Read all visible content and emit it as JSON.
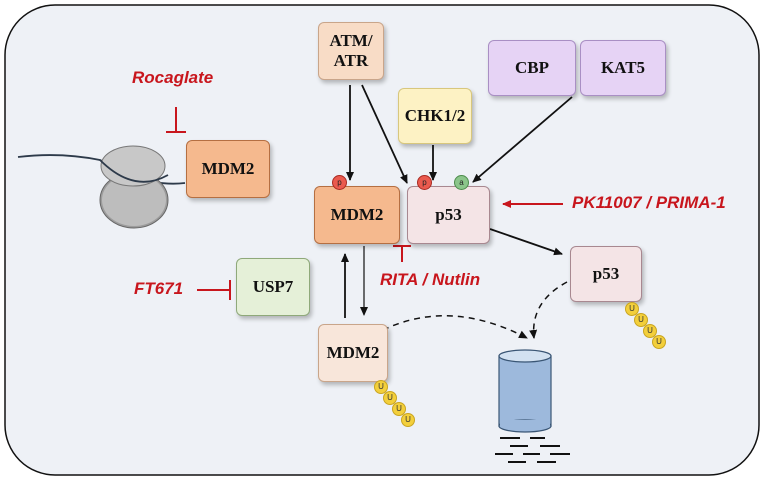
{
  "nodes": {
    "atm_atr": "ATM/\nATR",
    "cbp": "CBP",
    "kat5": "KAT5",
    "chk12": "CHK1/2",
    "mdm2_ribosome": "MDM2",
    "mdm2_center": "MDM2",
    "p53_center": "p53",
    "usp7": "USP7",
    "mdm2_bottom": "MDM2",
    "p53_right": "p53"
  },
  "modifications": {
    "phospho": "p",
    "acetyl": "a",
    "ubiquitin": "U"
  },
  "inhibitors": {
    "rocaglate": "Rocaglate",
    "pk11007": "PK11007 / PRIMA-1",
    "ft671": "FT671",
    "rita_nutlin": "RITA / Nutlin"
  },
  "colors": {
    "inhibitor_red": "#c8161d",
    "background_panel": "#eef1f6",
    "mdm2_orange": "#f5b98e",
    "atm_peach": "#f8dcc6",
    "cbp_lavender": "#e6d3f5",
    "chk_yellow": "#fdf2c4",
    "usp7_green": "#e5f0d8",
    "p53_pink": "#f4e4e6",
    "proteasome_blue": "#9db9dc",
    "ubiquitin_yellow": "#f3cf3b"
  }
}
